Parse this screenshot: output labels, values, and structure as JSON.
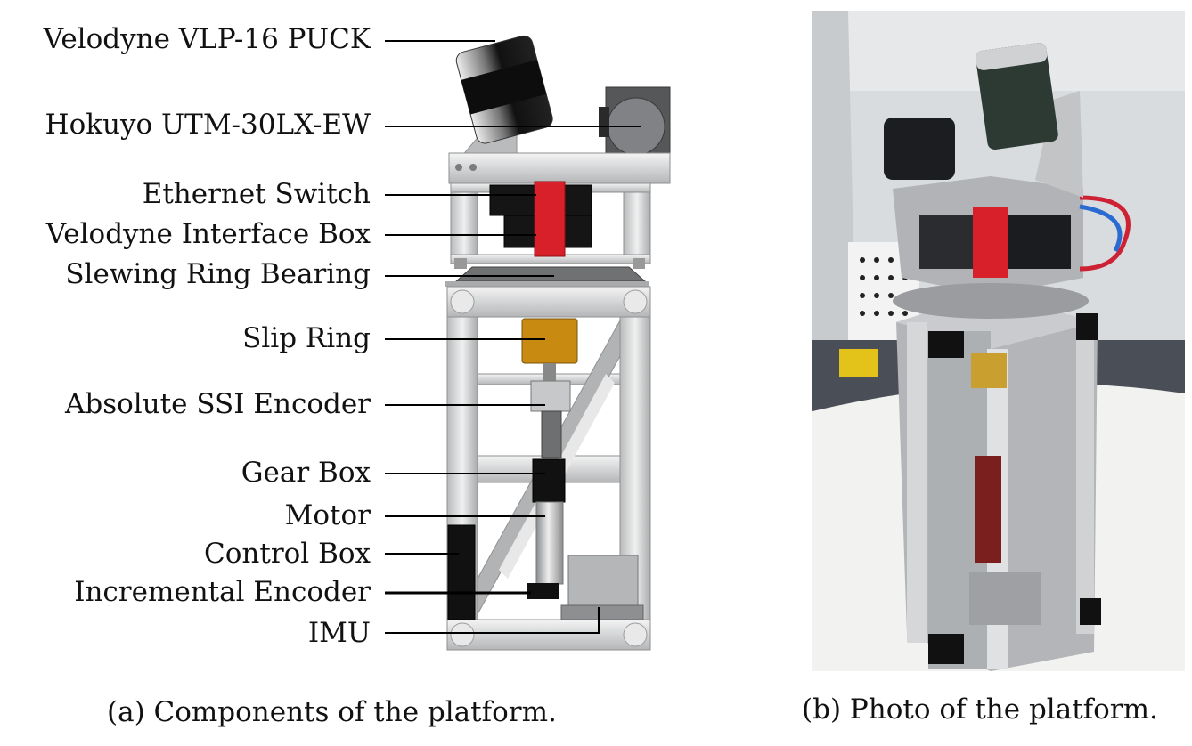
{
  "panel_a": {
    "labels": [
      "Velodyne VLP-16 PUCK",
      "Hokuyo UTM-30LX-EW",
      "Ethernet Switch",
      "Velodyne Interface Box",
      "Slewing Ring Bearing",
      "Slip Ring",
      "Absolute SSI Encoder",
      "Gear Box",
      "Motor",
      "Control Box",
      "Incremental Encoder",
      "IMU"
    ],
    "caption": "(a) Components of the platform."
  },
  "panel_b": {
    "caption": "(b) Photo of the platform."
  },
  "colors": {
    "frame": "#c9cbcd",
    "frame_dark": "#8e9092",
    "black_part": "#111111",
    "red_part": "#d8202a",
    "slip_ring": "#c98a12",
    "wall": "#d9dcde",
    "table": "#f2f2f0"
  }
}
